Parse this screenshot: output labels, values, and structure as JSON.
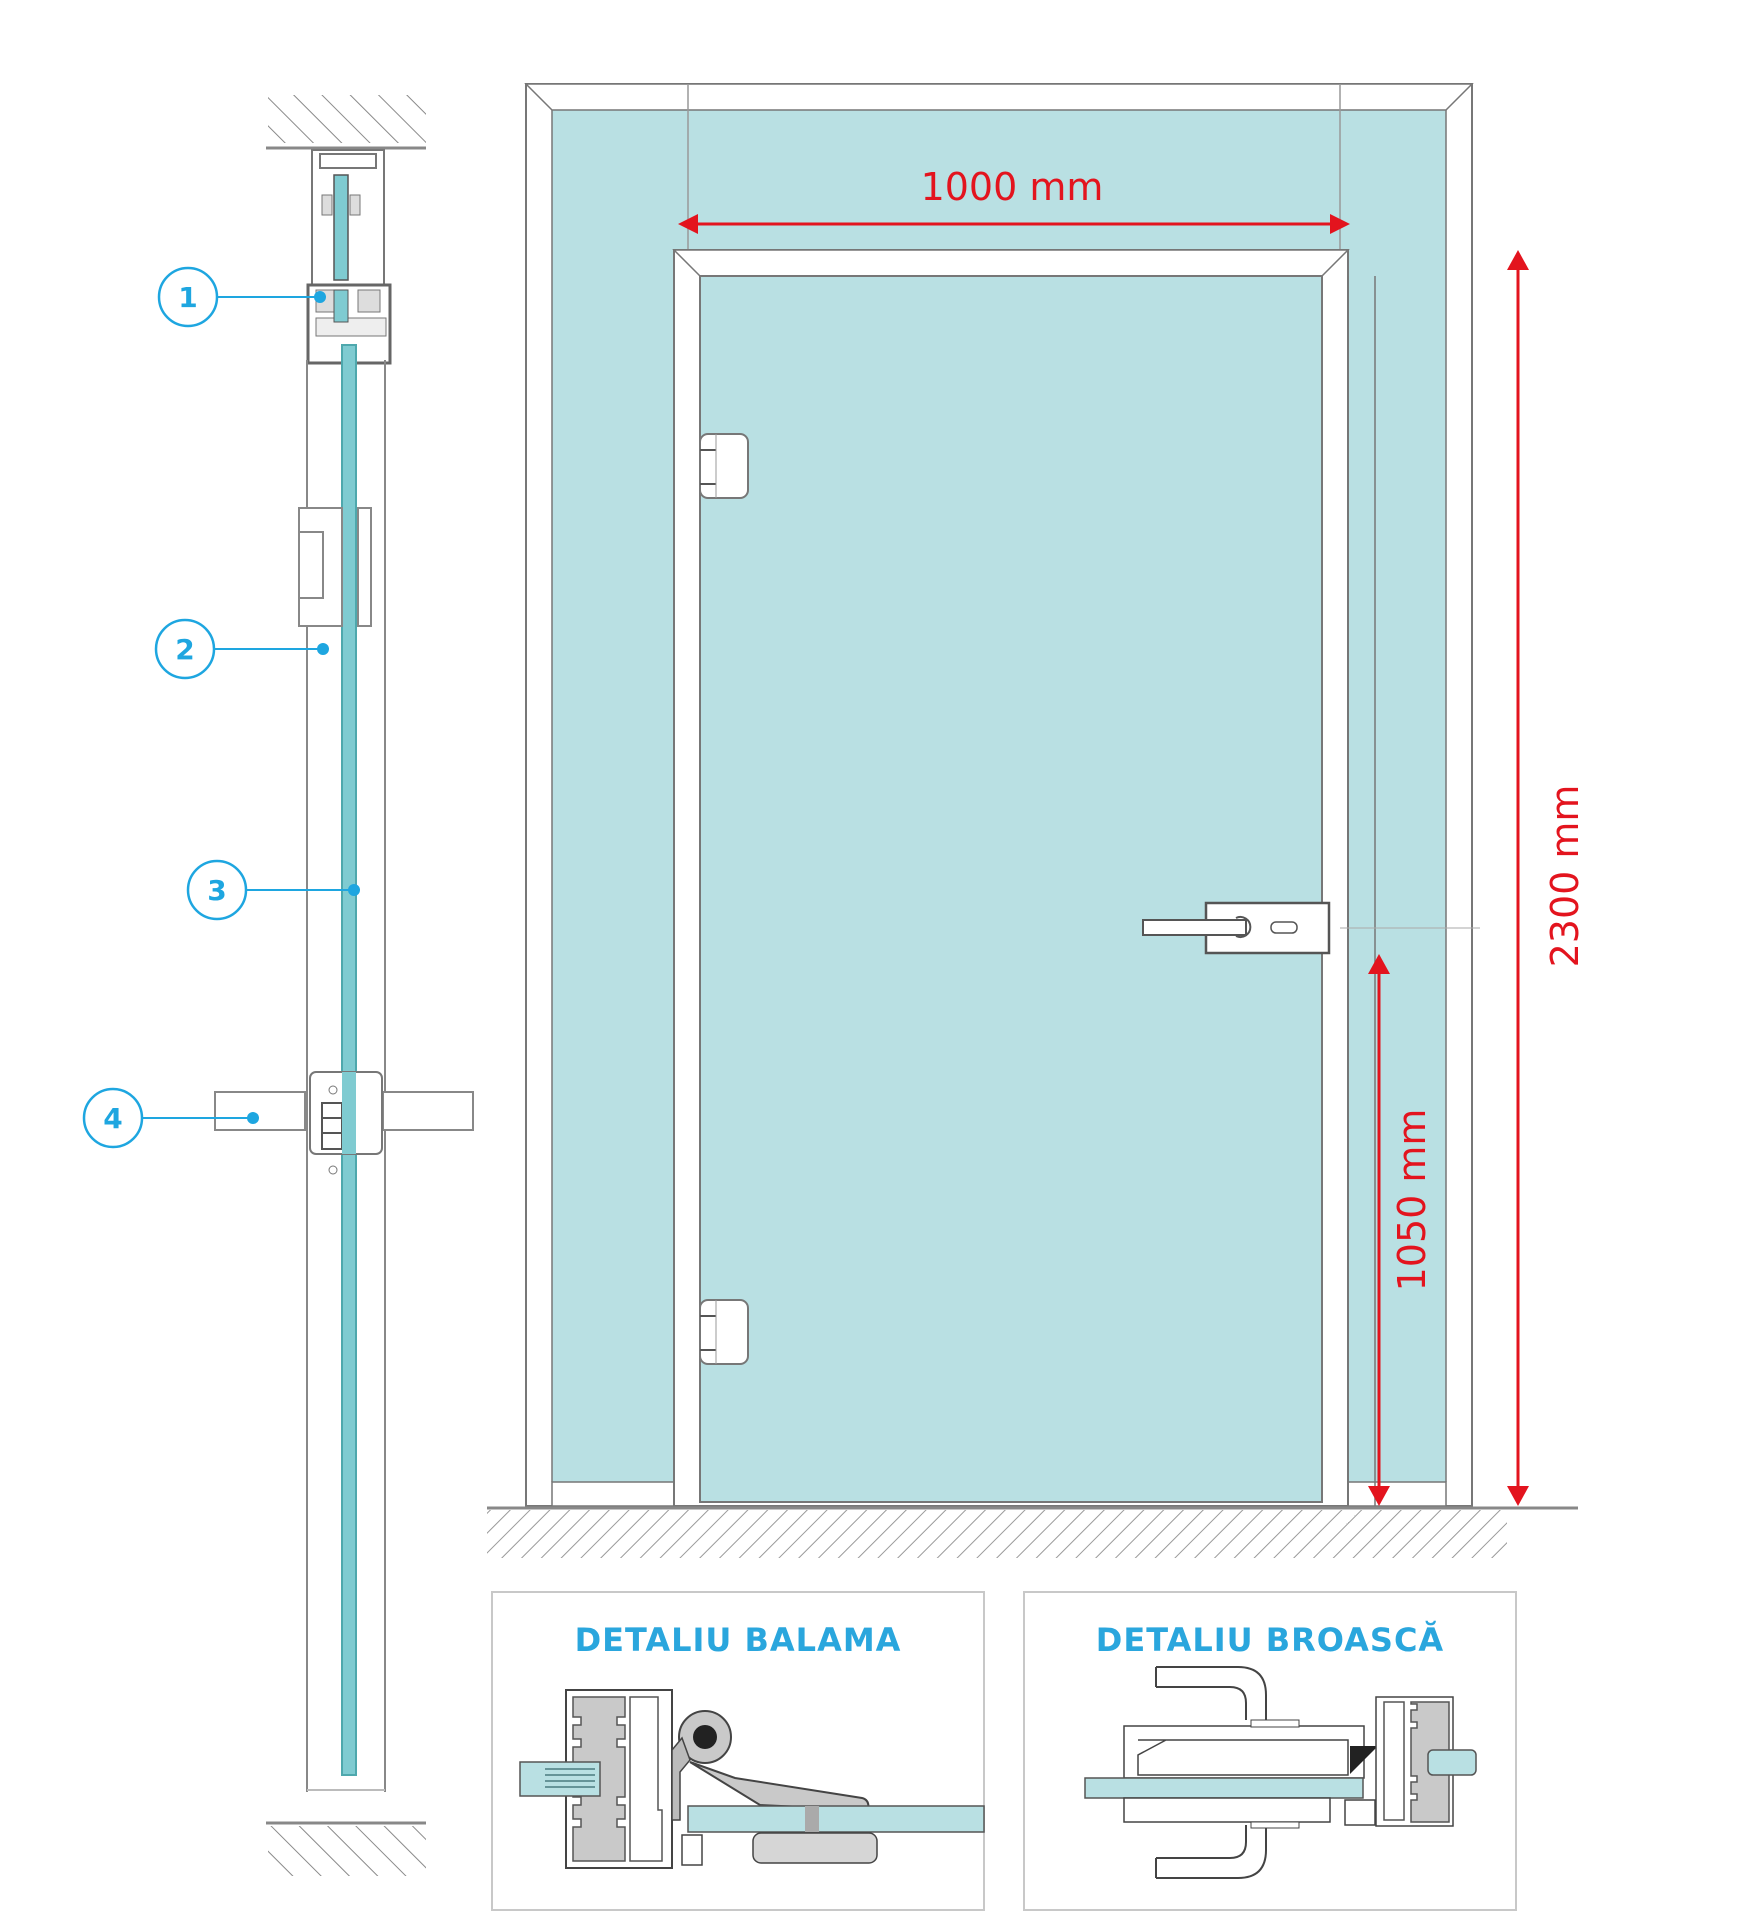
{
  "colors": {
    "glass": "#b9e0e3",
    "glass_edge": "#7cc9cf",
    "accent_blue": "#1ea6e0",
    "dimension_red": "#e3141e",
    "profile_grey": "#c9c9c9",
    "line_grey": "#555555"
  },
  "side_section": {
    "callouts": [
      {
        "number": "1",
        "target": "top-profile"
      },
      {
        "number": "2",
        "target": "hinge"
      },
      {
        "number": "3",
        "target": "glass-panel"
      },
      {
        "number": "4",
        "target": "handle"
      }
    ]
  },
  "elevation": {
    "dimensions": {
      "width_label": "1000 mm",
      "height_label": "2300 mm",
      "handle_height_label": "1050 mm"
    }
  },
  "details": [
    {
      "title": "DETALIU BALAMA",
      "subject": "hinge-detail"
    },
    {
      "title": "DETALIU BROASCĂ",
      "subject": "lock-detail"
    }
  ]
}
